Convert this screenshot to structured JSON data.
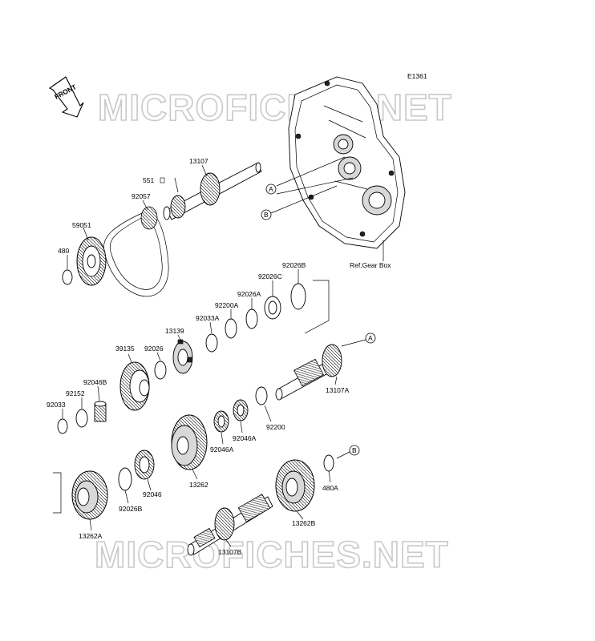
{
  "diagram": {
    "code": "E1361",
    "front_label": "FRONT",
    "watermark": "MICROFICHES.NET",
    "ref_label": "Ref.Gear Box",
    "ref_markers": [
      "A",
      "B"
    ],
    "parts": {
      "p551": "551",
      "p13107": "13107",
      "p92057": "92057",
      "p59051": "59051",
      "p480": "480",
      "p92026B_top": "92026B",
      "p92026C": "92026C",
      "p92026A": "92026A",
      "p92200A": "92200A",
      "p92033A": "92033A",
      "p13139": "13139",
      "p39135": "39135",
      "p92026": "92026",
      "p92046B": "92046B",
      "p92152": "92152",
      "p92033": "92033",
      "p13107A": "13107A",
      "p92200": "92200",
      "p92046A_1": "92046A",
      "p92046A_2": "92046A",
      "p13262": "13262",
      "p92046": "92046",
      "p92026B_bottom": "92026B",
      "p13262A": "13262A",
      "p480A": "480A",
      "p13262B": "13262B",
      "p13107B": "13107B"
    }
  }
}
